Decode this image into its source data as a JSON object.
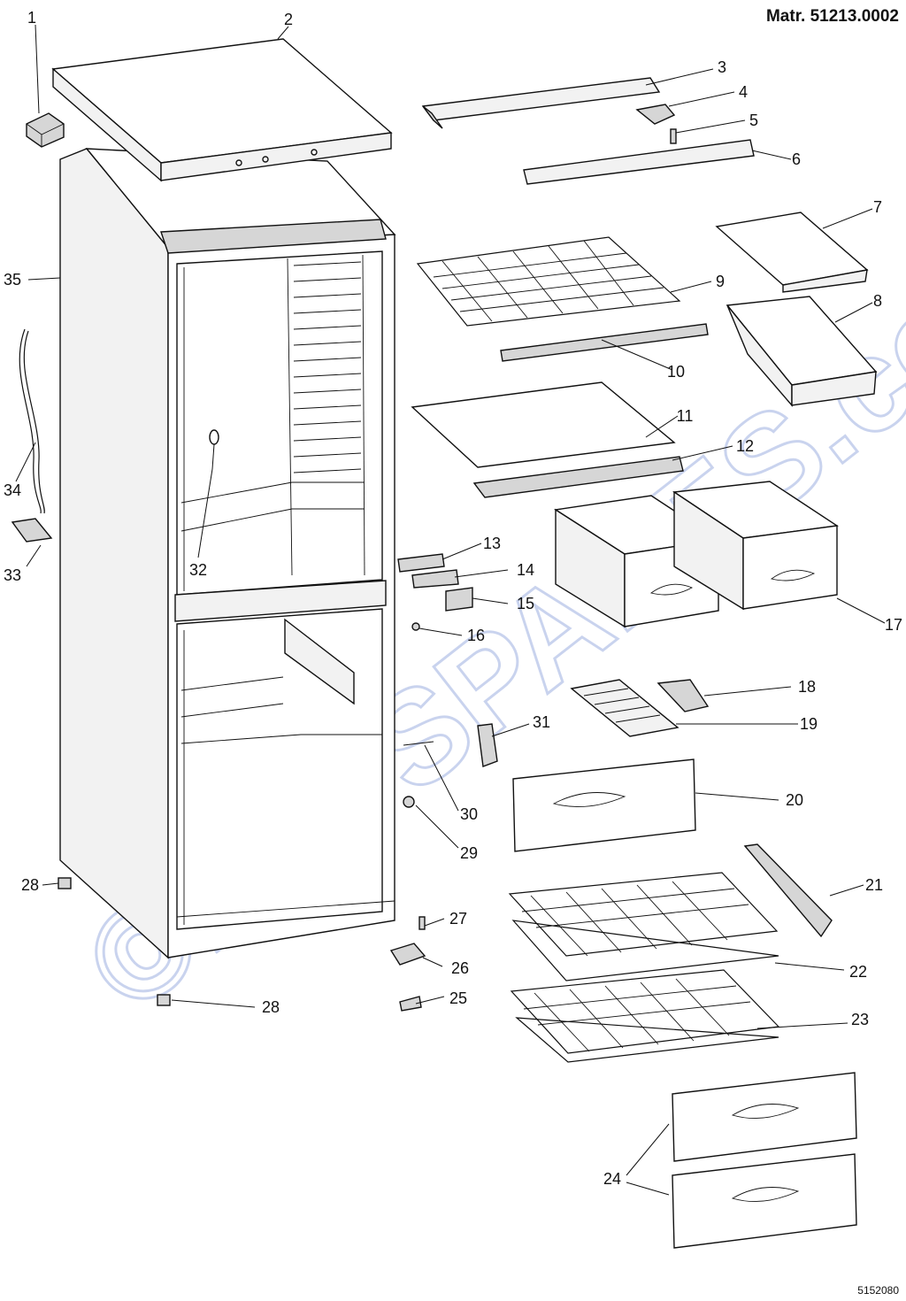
{
  "header": {
    "model": "Matr. 51213.0002"
  },
  "footer": {
    "drawing_no": "5152080"
  },
  "watermark": {
    "text": "©DIY-SPARES.com"
  },
  "parts": [
    {
      "id": "1",
      "name": "part-1-thermostat-knob"
    },
    {
      "id": "2",
      "name": "part-2-top-cover"
    },
    {
      "id": "3",
      "name": "part-3-upper-hinge-bracket"
    },
    {
      "id": "4",
      "name": "part-4-hinge-plate"
    },
    {
      "id": "5",
      "name": "part-5-hinge-pin"
    },
    {
      "id": "6",
      "name": "part-6-top-trim-strip"
    },
    {
      "id": "7",
      "name": "part-7-crisper-lid"
    },
    {
      "id": "8",
      "name": "part-8-storage-tray"
    },
    {
      "id": "9",
      "name": "part-9-wire-shelf"
    },
    {
      "id": "10",
      "name": "part-10-shelf-trim"
    },
    {
      "id": "11",
      "name": "part-11-glass-shelf"
    },
    {
      "id": "12",
      "name": "part-12-glass-shelf-trim"
    },
    {
      "id": "13",
      "name": "part-13-middle-hinge"
    },
    {
      "id": "14",
      "name": "part-14-hinge-pin"
    },
    {
      "id": "15",
      "name": "part-15-hinge-cover"
    },
    {
      "id": "16",
      "name": "part-16-screw-cap"
    },
    {
      "id": "17",
      "name": "part-17-crisper-drawers"
    },
    {
      "id": "18",
      "name": "part-18-ice-scoop"
    },
    {
      "id": "19",
      "name": "part-19-ice-tray"
    },
    {
      "id": "20",
      "name": "part-20-freezer-flap"
    },
    {
      "id": "21",
      "name": "part-21-flap-hinge"
    },
    {
      "id": "22",
      "name": "part-22-freezer-basket"
    },
    {
      "id": "23",
      "name": "part-23-freezer-basket"
    },
    {
      "id": "24",
      "name": "part-24-drawer-fronts"
    },
    {
      "id": "25",
      "name": "part-25-adjustable-foot"
    },
    {
      "id": "26",
      "name": "part-26-lower-hinge"
    },
    {
      "id": "27",
      "name": "part-27-hinge-pin"
    },
    {
      "id": "28",
      "name": "part-28-foot"
    },
    {
      "id": "29",
      "name": "part-29-cap"
    },
    {
      "id": "30",
      "name": "part-30-screw"
    },
    {
      "id": "31",
      "name": "part-31-door-stop"
    },
    {
      "id": "32",
      "name": "part-32-drain-plug"
    },
    {
      "id": "33",
      "name": "part-33-bracket"
    },
    {
      "id": "34",
      "name": "part-34-drain-tube"
    },
    {
      "id": "35",
      "name": "part-35-cabinet"
    }
  ]
}
